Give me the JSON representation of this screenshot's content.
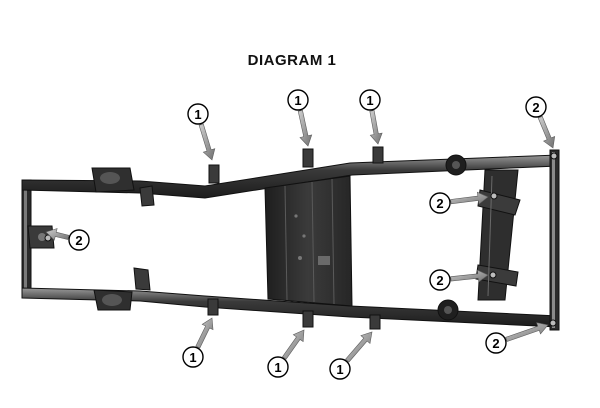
{
  "title": "DIAGRAM 1",
  "callouts": [
    {
      "label": "1"
    },
    {
      "label": "1"
    },
    {
      "label": "1"
    },
    {
      "label": "1"
    },
    {
      "label": "1"
    },
    {
      "label": "1"
    },
    {
      "label": "2"
    },
    {
      "label": "2"
    },
    {
      "label": "2"
    },
    {
      "label": "2"
    },
    {
      "label": "2"
    }
  ],
  "colors": {
    "frame": "#2a2a2a",
    "frame_highlight": "#8a8a8a",
    "arrow": "#8c8c8c",
    "circle_fill": "#ffffff",
    "circle_stroke": "#000000"
  }
}
